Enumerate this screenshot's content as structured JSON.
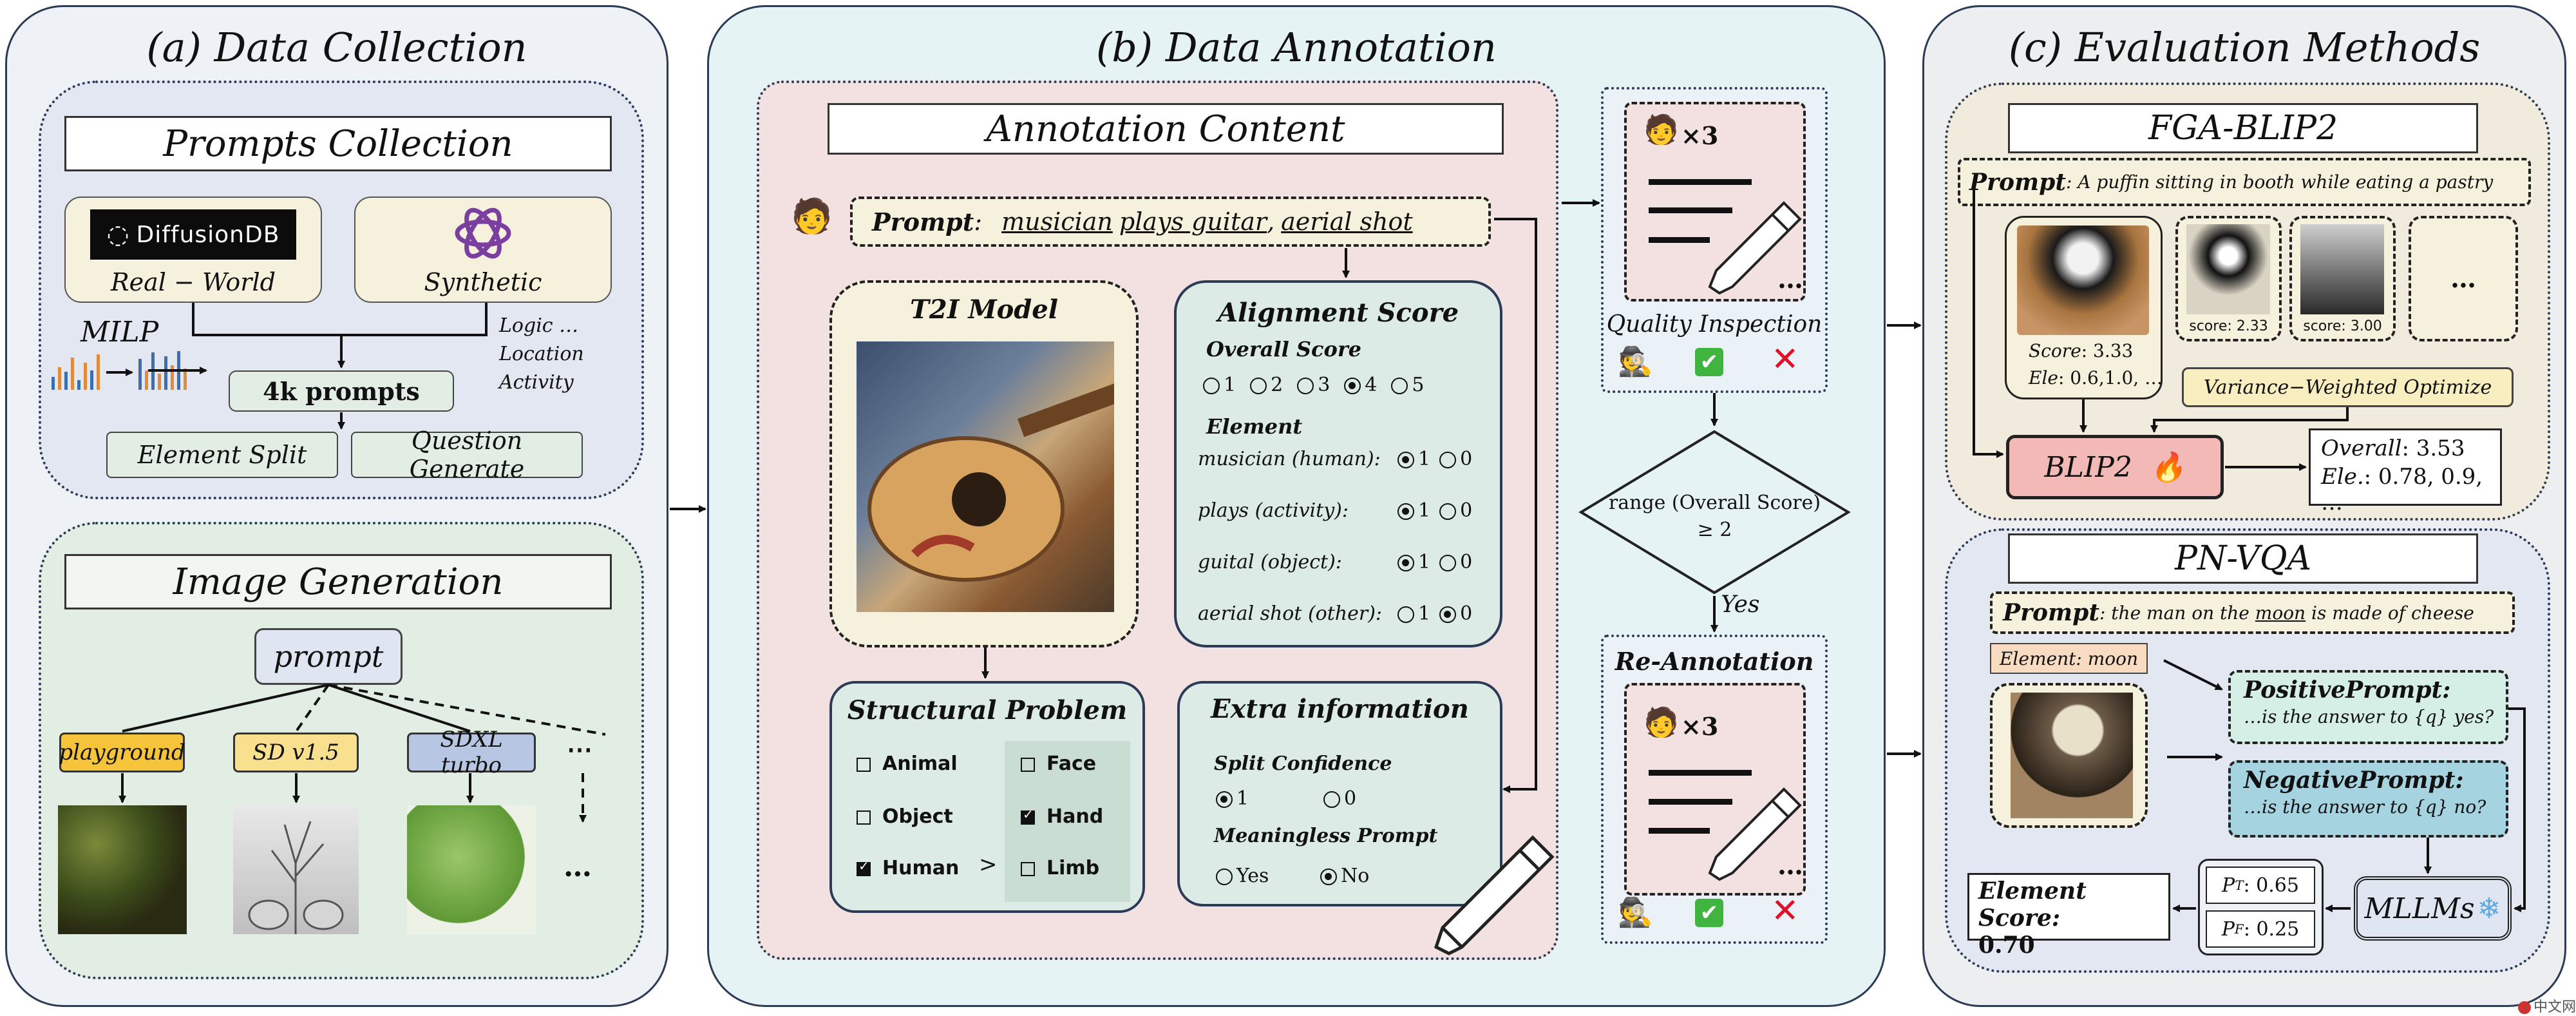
{
  "panel_a": {
    "title": "(a) Data Collection",
    "prompts_collection": "Prompts Collection",
    "diffusiondb": "DiffusionDB",
    "real_world": "Real − World",
    "synthetic": "Synthetic",
    "milp": "MILP",
    "logic": "Logic  …",
    "location": "Location",
    "activity": "Activity",
    "four_k": "4k prompts",
    "element_split": "Element Split",
    "question_generate": "Question Generate",
    "image_generation": "Image Generation",
    "prompt": "prompt",
    "models": [
      "playground",
      "SD v1.5",
      "SDXL turbo",
      "⋯"
    ],
    "ellipsis": "…"
  },
  "panel_b": {
    "title": "(b) Data Annotation",
    "annotation_content": "Annotation Content",
    "prompt_label": "Prompt",
    "prompt_colon": ":",
    "prompt_parts": [
      "musician",
      "plays guitar",
      "aerial shot"
    ],
    "t2i_model": "T2I Model",
    "alignment_score": "Alignment Score",
    "overall_score": "Overall Score",
    "scores": [
      "1",
      "2",
      "3",
      "4",
      "5"
    ],
    "element": "Element",
    "element_rows": [
      {
        "name": "musician (human):",
        "v1": "1",
        "v0": "0"
      },
      {
        "name": "plays (activity):",
        "v1": "1",
        "v0": "0"
      },
      {
        "name": "guital (object):",
        "v1": "1",
        "v0": "0"
      },
      {
        "name": "aerial shot (other):",
        "v1": "1",
        "v0": "0"
      }
    ],
    "structural_problem": "Structural Problem",
    "struct_items": [
      "Animal",
      "Face",
      "Object",
      "Hand",
      "Human",
      "Limb"
    ],
    "gt": ">",
    "extra_information": "Extra information",
    "split_confidence": "Split Confidence",
    "sc_1": "1",
    "sc_0": "0",
    "meaningless_prompt": "Meaningless Prompt",
    "yes": "Yes",
    "no": "No",
    "x3": "×3",
    "dots": "…",
    "quality_inspection": "Quality Inspection",
    "decision": "range (Overall Score)",
    "decision2": "≥ 2",
    "yes_arrow": "Yes",
    "re_annotation": "Re-Annotation"
  },
  "panel_c": {
    "title": "(c) Evaluation Methods",
    "fga_blip2": "FGA-BLIP2",
    "prompt_label": "Prompt",
    "prompt_text": ": A puffin sitting in booth while eating a pastry",
    "score_label": "Score",
    "score_value": ": 3.33",
    "ele_label": "Ele",
    "ele_value": ": 0.6,1.0, …",
    "score_233": "score: 2.33",
    "score_300": "score: 3.00",
    "dots": "…",
    "vwo": "Variance−Weighted Optimize",
    "blip2": "BLIP2",
    "overall_label": "Overall",
    "overall_value": ": 3.53",
    "ele2_label": "Ele.",
    "ele2_value": ": 0.78, 0.9, …",
    "pn_vqa": "PN-VQA",
    "pn_prompt_label": "Prompt",
    "pn_prompt_a": ": the man on the ",
    "pn_prompt_moon": "moon",
    "pn_prompt_b": " is made of cheese",
    "element_moon": "Element: moon",
    "positive_prompt": "PositivePrompt",
    "positive_text": "…is the answer to {q} yes?",
    "negative_prompt": "NegativePrompt",
    "negative_text": "…is the answer to {q} no?",
    "mllms": "MLLMs",
    "pt_label": "P",
    "pt_sub": "T",
    "pt_value": ": 0.65",
    "pf_label": "P",
    "pf_sub": "F",
    "pf_value": ": 0.25",
    "element_score": "Element Score",
    "element_score_colon": ":",
    "element_score_value": "0.70"
  },
  "watermark": "中文网",
  "colors": {
    "panel_a_bg": "#eef1f6",
    "panel_b_bg": "#e6f3f5",
    "panel_c_bg": "#edeeef",
    "pink": "#f3e0e0",
    "green_box": "#e2ede4",
    "cream": "#f6f1dc",
    "blue_box": "#dfe6f1",
    "yellow": "#f6c43a",
    "blip_red": "#f3b9b6",
    "pos_green": "#d6efe6",
    "neg_blue": "#a6d3e0"
  }
}
